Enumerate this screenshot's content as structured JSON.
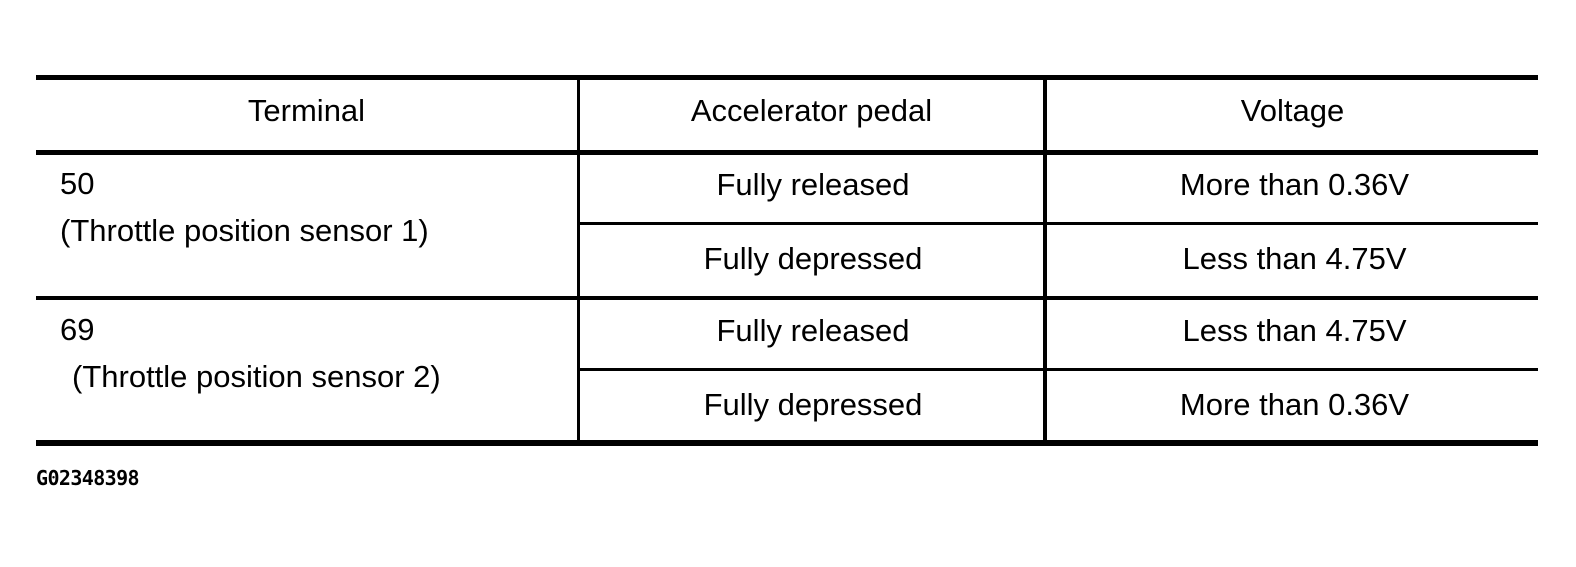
{
  "table": {
    "columns": [
      {
        "key": "terminal",
        "label": "Terminal"
      },
      {
        "key": "pedal",
        "label": "Accelerator pedal"
      },
      {
        "key": "voltage",
        "label": "Voltage"
      }
    ],
    "groups": [
      {
        "terminal_number": "50",
        "terminal_description": "(Throttle position sensor 1)",
        "rows": [
          {
            "pedal": "Fully released",
            "voltage": "More than 0.36V"
          },
          {
            "pedal": "Fully depressed",
            "voltage": "Less than 4.75V"
          }
        ]
      },
      {
        "terminal_number": "69",
        "terminal_description": "(Throttle position sensor 2)",
        "rows": [
          {
            "pedal": "Fully released",
            "voltage": "Less than 4.75V"
          },
          {
            "pedal": "Fully depressed",
            "voltage": "More than 0.36V"
          }
        ]
      }
    ]
  },
  "caption": {
    "figure_id": "G02348398"
  },
  "colors": {
    "ink": "#000000",
    "background": "#ffffff"
  }
}
